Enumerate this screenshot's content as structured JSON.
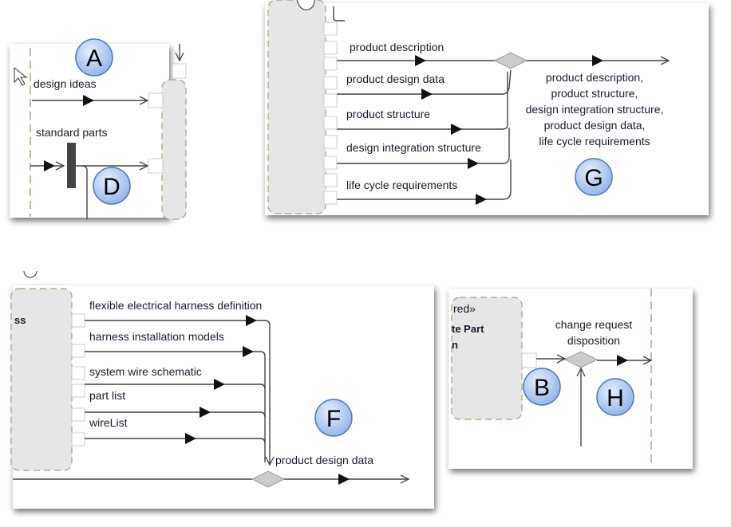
{
  "panel_a": {
    "badge_a": "A",
    "badge_d": "D",
    "flows": [
      "design ideas",
      "standard parts"
    ]
  },
  "panel_g": {
    "badge": "G",
    "flows": [
      "product description",
      "product design data",
      "product structure",
      "design integration structure",
      "life cycle requirements"
    ],
    "output_lines": [
      "product description,",
      "product structure,",
      "design integration structure,",
      "product design data,",
      "life cycle requirements"
    ]
  },
  "panel_f": {
    "badge": "F",
    "activity_label": "ss",
    "flows": [
      "flexible electrical harness definition",
      "harness installation models",
      "system wire schematic",
      "part list",
      "wireList"
    ],
    "output": "product design data"
  },
  "panel_bh": {
    "badge_b": "B",
    "badge_h": "H",
    "activity_lines": [
      "red»",
      "te Part",
      "n"
    ],
    "output_lines": [
      "change request",
      "disposition"
    ]
  }
}
